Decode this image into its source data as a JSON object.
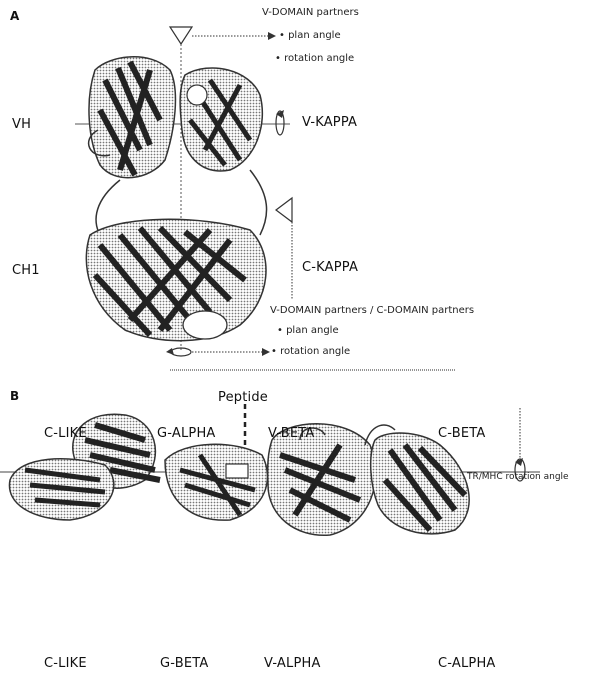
{
  "panel_a": {
    "letter": "A",
    "vh": "VH",
    "ch1": "CH1",
    "v_kappa": "V-KAPPA",
    "c_kappa": "C-KAPPA",
    "vdomain_partners": "V-DOMAIN partners",
    "plan_angle_top": "• plan angle",
    "rotation_angle_top": "• rotation angle",
    "vc_partners": "V-DOMAIN partners / C-DOMAIN partners",
    "plan_angle_bottom": "• plan angle",
    "rotation_angle_bottom": "• rotation angle"
  },
  "panel_b": {
    "letter": "B",
    "peptide": "Peptide",
    "c_like_top": "C-LIKE",
    "g_alpha": "G-ALPHA",
    "v_beta": "V-BETA",
    "c_beta": "C-BETA",
    "tr_mhc": "TR/MHC rotation angle",
    "c_like_bottom": "C-LIKE",
    "g_beta": "G-BETA",
    "v_alpha": "V-ALPHA",
    "c_alpha": "C-ALPHA"
  }
}
